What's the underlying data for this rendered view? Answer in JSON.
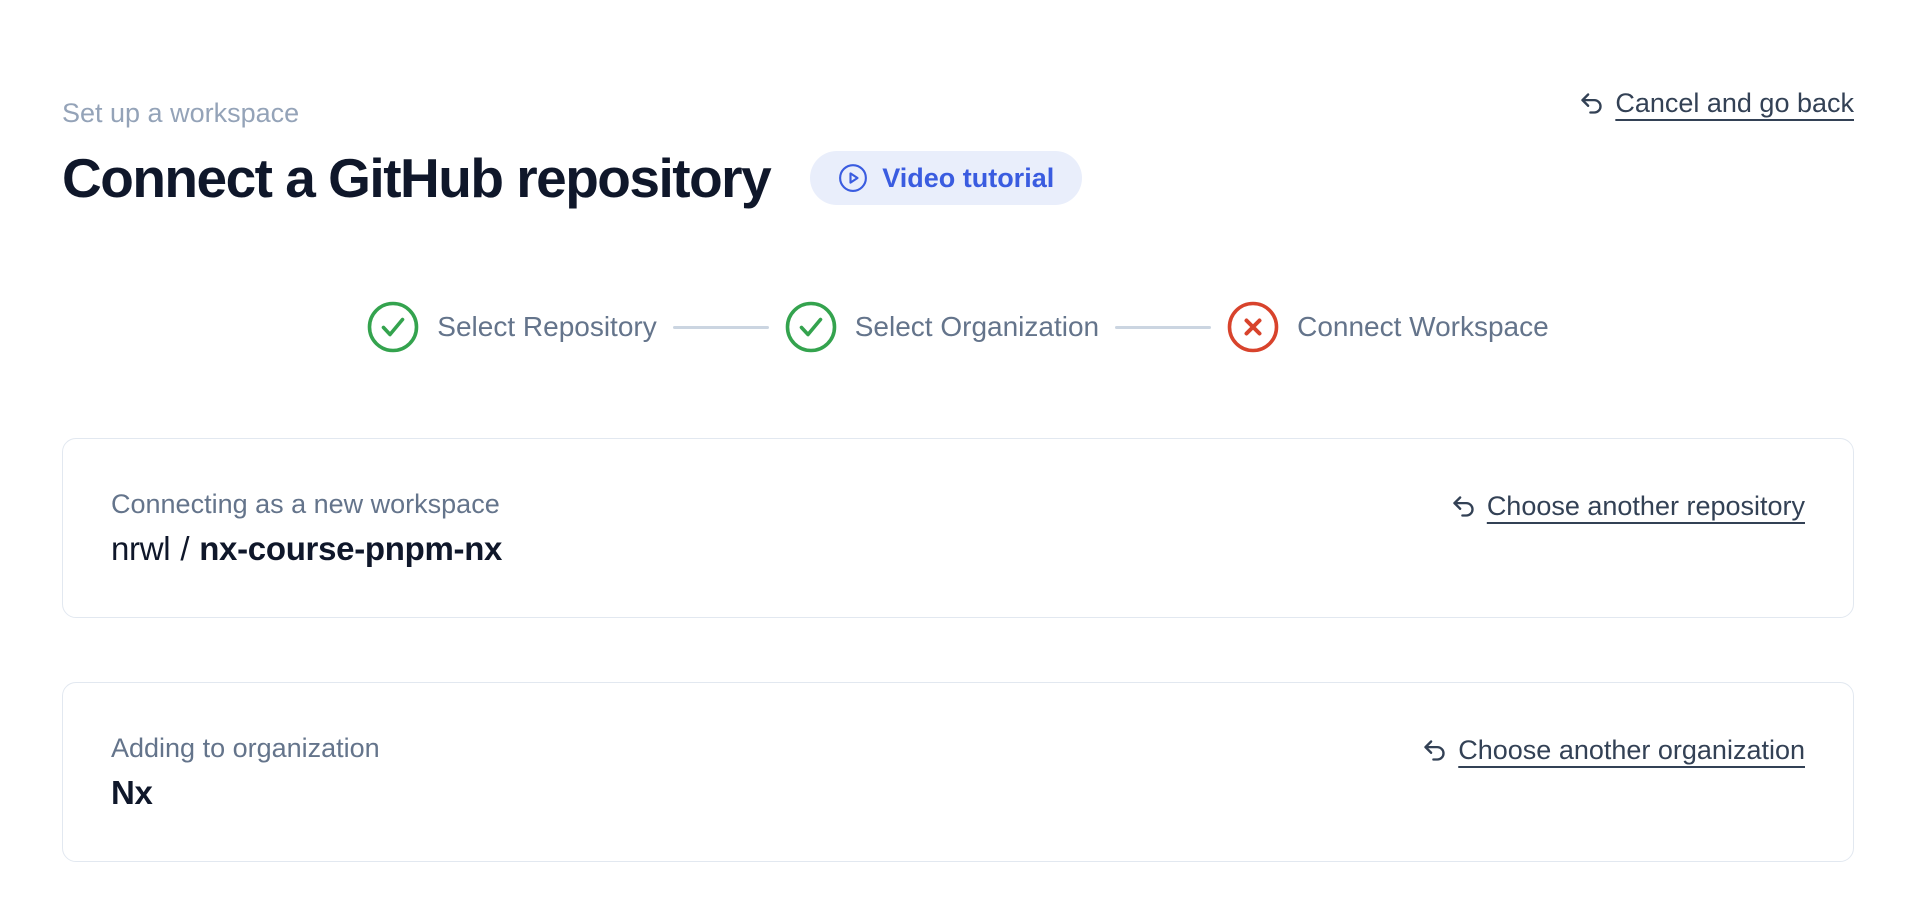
{
  "colors": {
    "accent_blue": "#3a5ce0",
    "accent_blue_bg": "#e9eefb",
    "success_green": "#34a34e",
    "error_red": "#d8432c",
    "muted_text": "#94a3b8",
    "step_label": "#64748b",
    "heading_text": "#0f172a",
    "link_text": "#334155",
    "card_border": "#e2e8f0",
    "connector": "#cbd5e1"
  },
  "header": {
    "eyebrow": "Set up a workspace",
    "title": "Connect a GitHub repository",
    "video_tutorial_label": "Video tutorial",
    "cancel_link_label": "Cancel and go back"
  },
  "stepper": {
    "steps": [
      {
        "label": "Select Repository",
        "status": "complete"
      },
      {
        "label": "Select Organization",
        "status": "complete"
      },
      {
        "label": "Connect Workspace",
        "status": "error"
      }
    ]
  },
  "repository_card": {
    "label": "Connecting as a new workspace",
    "owner": "nrwl",
    "separator": "/",
    "repo_name": "nx-course-pnpm-nx",
    "change_link_label": "Choose another repository"
  },
  "organization_card": {
    "label": "Adding to organization",
    "org_name": "Nx",
    "change_link_label": "Choose another organization"
  }
}
